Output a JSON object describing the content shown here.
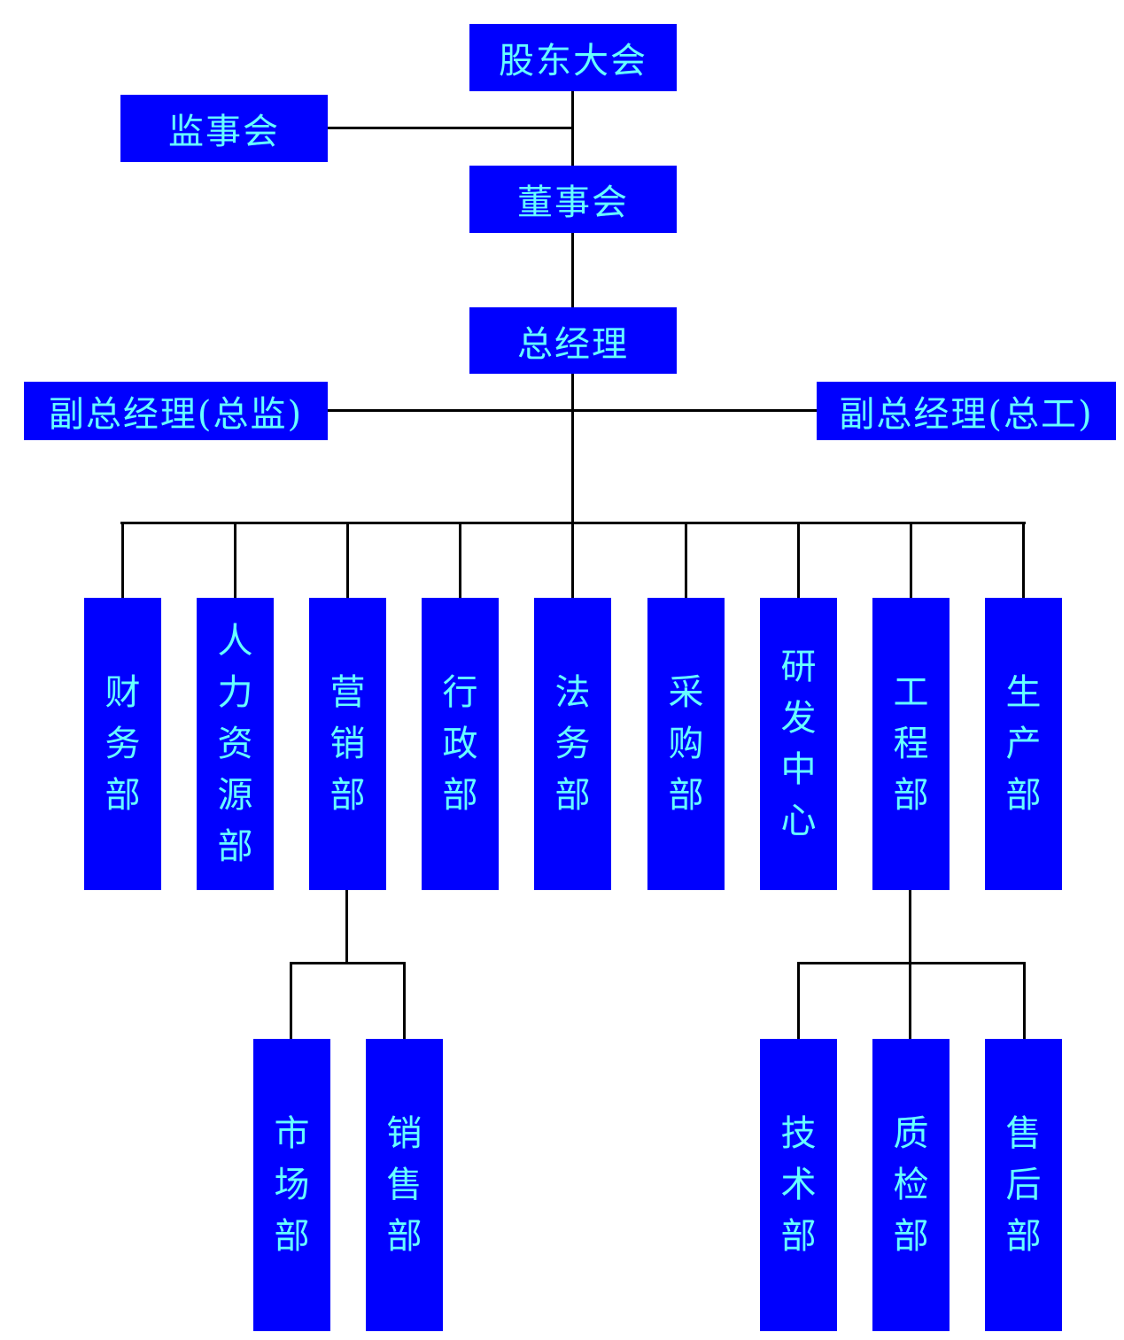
{
  "colors": {
    "box_fill": "#0000fe",
    "box_text": "#66ffff",
    "connector": "#000000"
  },
  "top": {
    "shareholders": "股东大会",
    "supervisors": "监事会",
    "board": "董事会",
    "gm": "总经理",
    "vgm_left": "副总经理(总监)",
    "vgm_right": "副总经理(总工)"
  },
  "departments": [
    {
      "name": "财务部"
    },
    {
      "name": "人力资源部"
    },
    {
      "name": "营销部"
    },
    {
      "name": "行政部"
    },
    {
      "name": "法务部"
    },
    {
      "name": "采购部"
    },
    {
      "name": "研发中心"
    },
    {
      "name": "工程部"
    },
    {
      "name": "生产部"
    }
  ],
  "marketing_subs": [
    {
      "name": "市场部"
    },
    {
      "name": "销售部"
    }
  ],
  "engineering_subs": [
    {
      "name": "技术部"
    },
    {
      "name": "质检部"
    },
    {
      "name": "售后部"
    }
  ]
}
